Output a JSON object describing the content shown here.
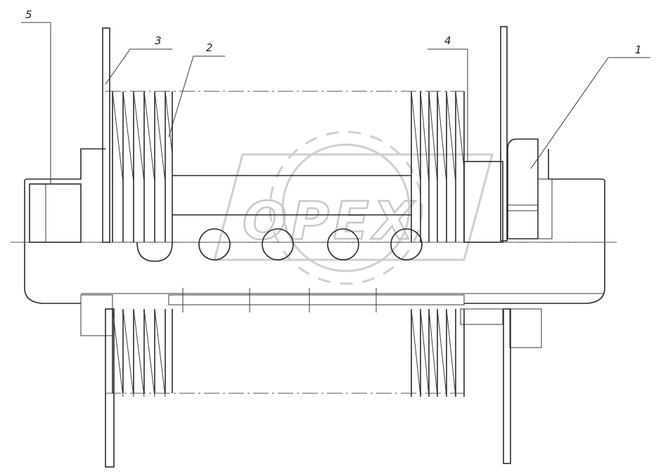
{
  "diagram": {
    "callouts": [
      {
        "id": "callout-1",
        "label": "1"
      },
      {
        "id": "callout-2",
        "label": "2"
      },
      {
        "id": "callout-3",
        "label": "3"
      },
      {
        "id": "callout-4",
        "label": "4"
      },
      {
        "id": "callout-5",
        "label": "5"
      }
    ],
    "watermark": {
      "text": "OPEX",
      "color": "#c8c8c8"
    },
    "ink_color": "#2b2b2b",
    "background": "#ffffff"
  }
}
